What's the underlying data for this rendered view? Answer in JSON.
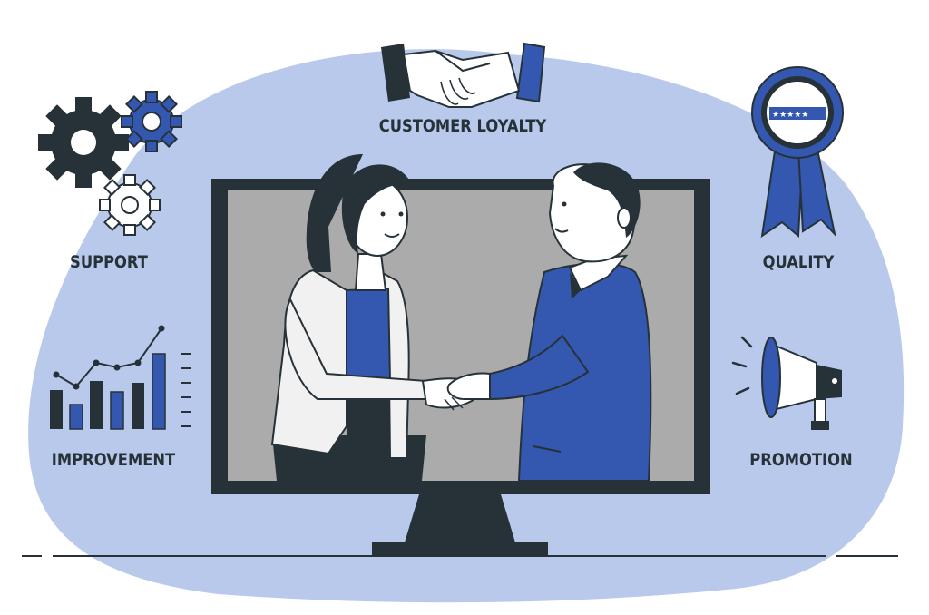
{
  "labels": {
    "customer_loyalty": "CUSTOMER LOYALTY",
    "support": "SUPPORT",
    "quality": "QUALITY",
    "improvement": "IMPROVEMENT",
    "promotion": "PROMOTION"
  },
  "colors": {
    "blob": "#b9c9ec",
    "dark": "#263238",
    "accent_blue": "#3458b0",
    "screen_gray": "#ababab",
    "white": "#ffffff"
  },
  "icons": [
    "handshake-icon",
    "gears-icon",
    "award-ribbon-icon",
    "bar-chart-icon",
    "megaphone-icon",
    "monitor-icon"
  ]
}
